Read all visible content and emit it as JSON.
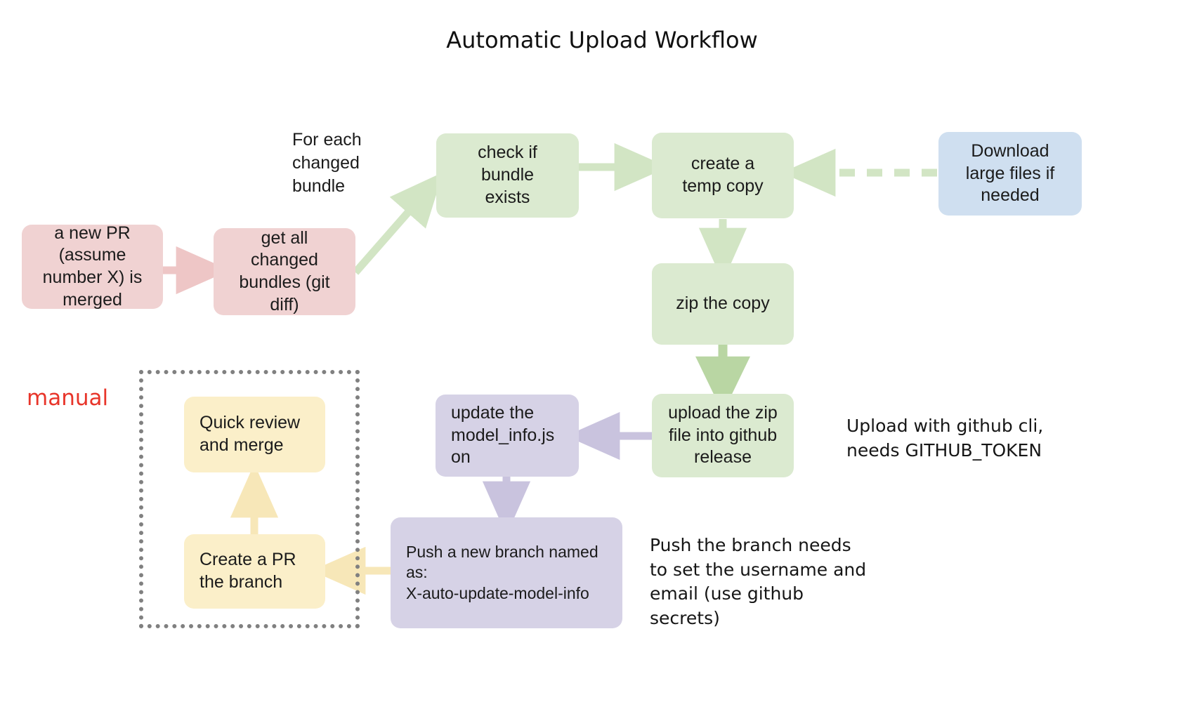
{
  "title": "Automatic Upload Workflow",
  "manual_label": "manual",
  "colors": {
    "pink": "#f0d2d2",
    "green": "#dbead0",
    "green_arrow": "#d2e5c4",
    "green_arrow_strong": "#b9d6a3",
    "blue": "#cfdff0",
    "purple": "#d6d2e6",
    "purple_arrow": "#c9c3de",
    "yellow": "#fbefc9",
    "yellow_arrow": "#f7e7b8",
    "pink_arrow": "#eec6c6",
    "manual_text": "#e8352a",
    "group_border": "#808080",
    "text": "#1b1b1b"
  },
  "nodes": [
    {
      "id": "new-pr",
      "label": "a new PR\n(assume\nnumber X) is\nmerged",
      "color": "pink"
    },
    {
      "id": "get-changed",
      "label": "get all\nchanged\nbundles (git\ndiff)",
      "color": "pink"
    },
    {
      "id": "check-bundle",
      "label": "check if\nbundle\nexists",
      "color": "green"
    },
    {
      "id": "create-temp",
      "label": "create a\ntemp copy",
      "color": "green"
    },
    {
      "id": "download-large",
      "label": "Download\nlarge files if\nneeded",
      "color": "blue"
    },
    {
      "id": "zip-copy",
      "label": "zip the copy",
      "color": "green"
    },
    {
      "id": "upload-zip",
      "label": "upload the zip\nfile into github\nrelease",
      "color": "green"
    },
    {
      "id": "update-model",
      "label": "update the\nmodel_info.js\non",
      "color": "purple"
    },
    {
      "id": "push-branch",
      "label": "Push a new branch named\nas:\nX-auto-update-model-info",
      "color": "purple"
    },
    {
      "id": "create-pr",
      "label": "Create a PR\nthe branch",
      "color": "yellow"
    },
    {
      "id": "quick-review",
      "label": "Quick review\nand merge",
      "color": "yellow"
    }
  ],
  "labels": {
    "for_each_changed_bundle": "For each\nchanged\nbundle",
    "upload_note": "Upload with github cli,\nneeds GITHUB_TOKEN",
    "push_note": "Push the branch needs\nto set the username and\nemail (use github\nsecrets)"
  },
  "edges": [
    {
      "from": "new-pr",
      "to": "get-changed",
      "style": "solid",
      "color": "pink_arrow"
    },
    {
      "from": "get-changed",
      "to": "check-bundle",
      "style": "solid",
      "color": "green_arrow"
    },
    {
      "from": "check-bundle",
      "to": "create-temp",
      "style": "solid",
      "color": "green_arrow"
    },
    {
      "from": "download-large",
      "to": "create-temp",
      "style": "dashed",
      "color": "green_arrow"
    },
    {
      "from": "create-temp",
      "to": "zip-copy",
      "style": "solid",
      "color": "green_arrow"
    },
    {
      "from": "zip-copy",
      "to": "upload-zip",
      "style": "solid",
      "color": "green_arrow_strong"
    },
    {
      "from": "upload-zip",
      "to": "update-model",
      "style": "solid",
      "color": "purple_arrow"
    },
    {
      "from": "update-model",
      "to": "push-branch",
      "style": "solid",
      "color": "purple_arrow"
    },
    {
      "from": "push-branch",
      "to": "create-pr",
      "style": "solid",
      "color": "yellow_arrow"
    },
    {
      "from": "create-pr",
      "to": "quick-review",
      "style": "solid",
      "color": "yellow_arrow"
    }
  ]
}
